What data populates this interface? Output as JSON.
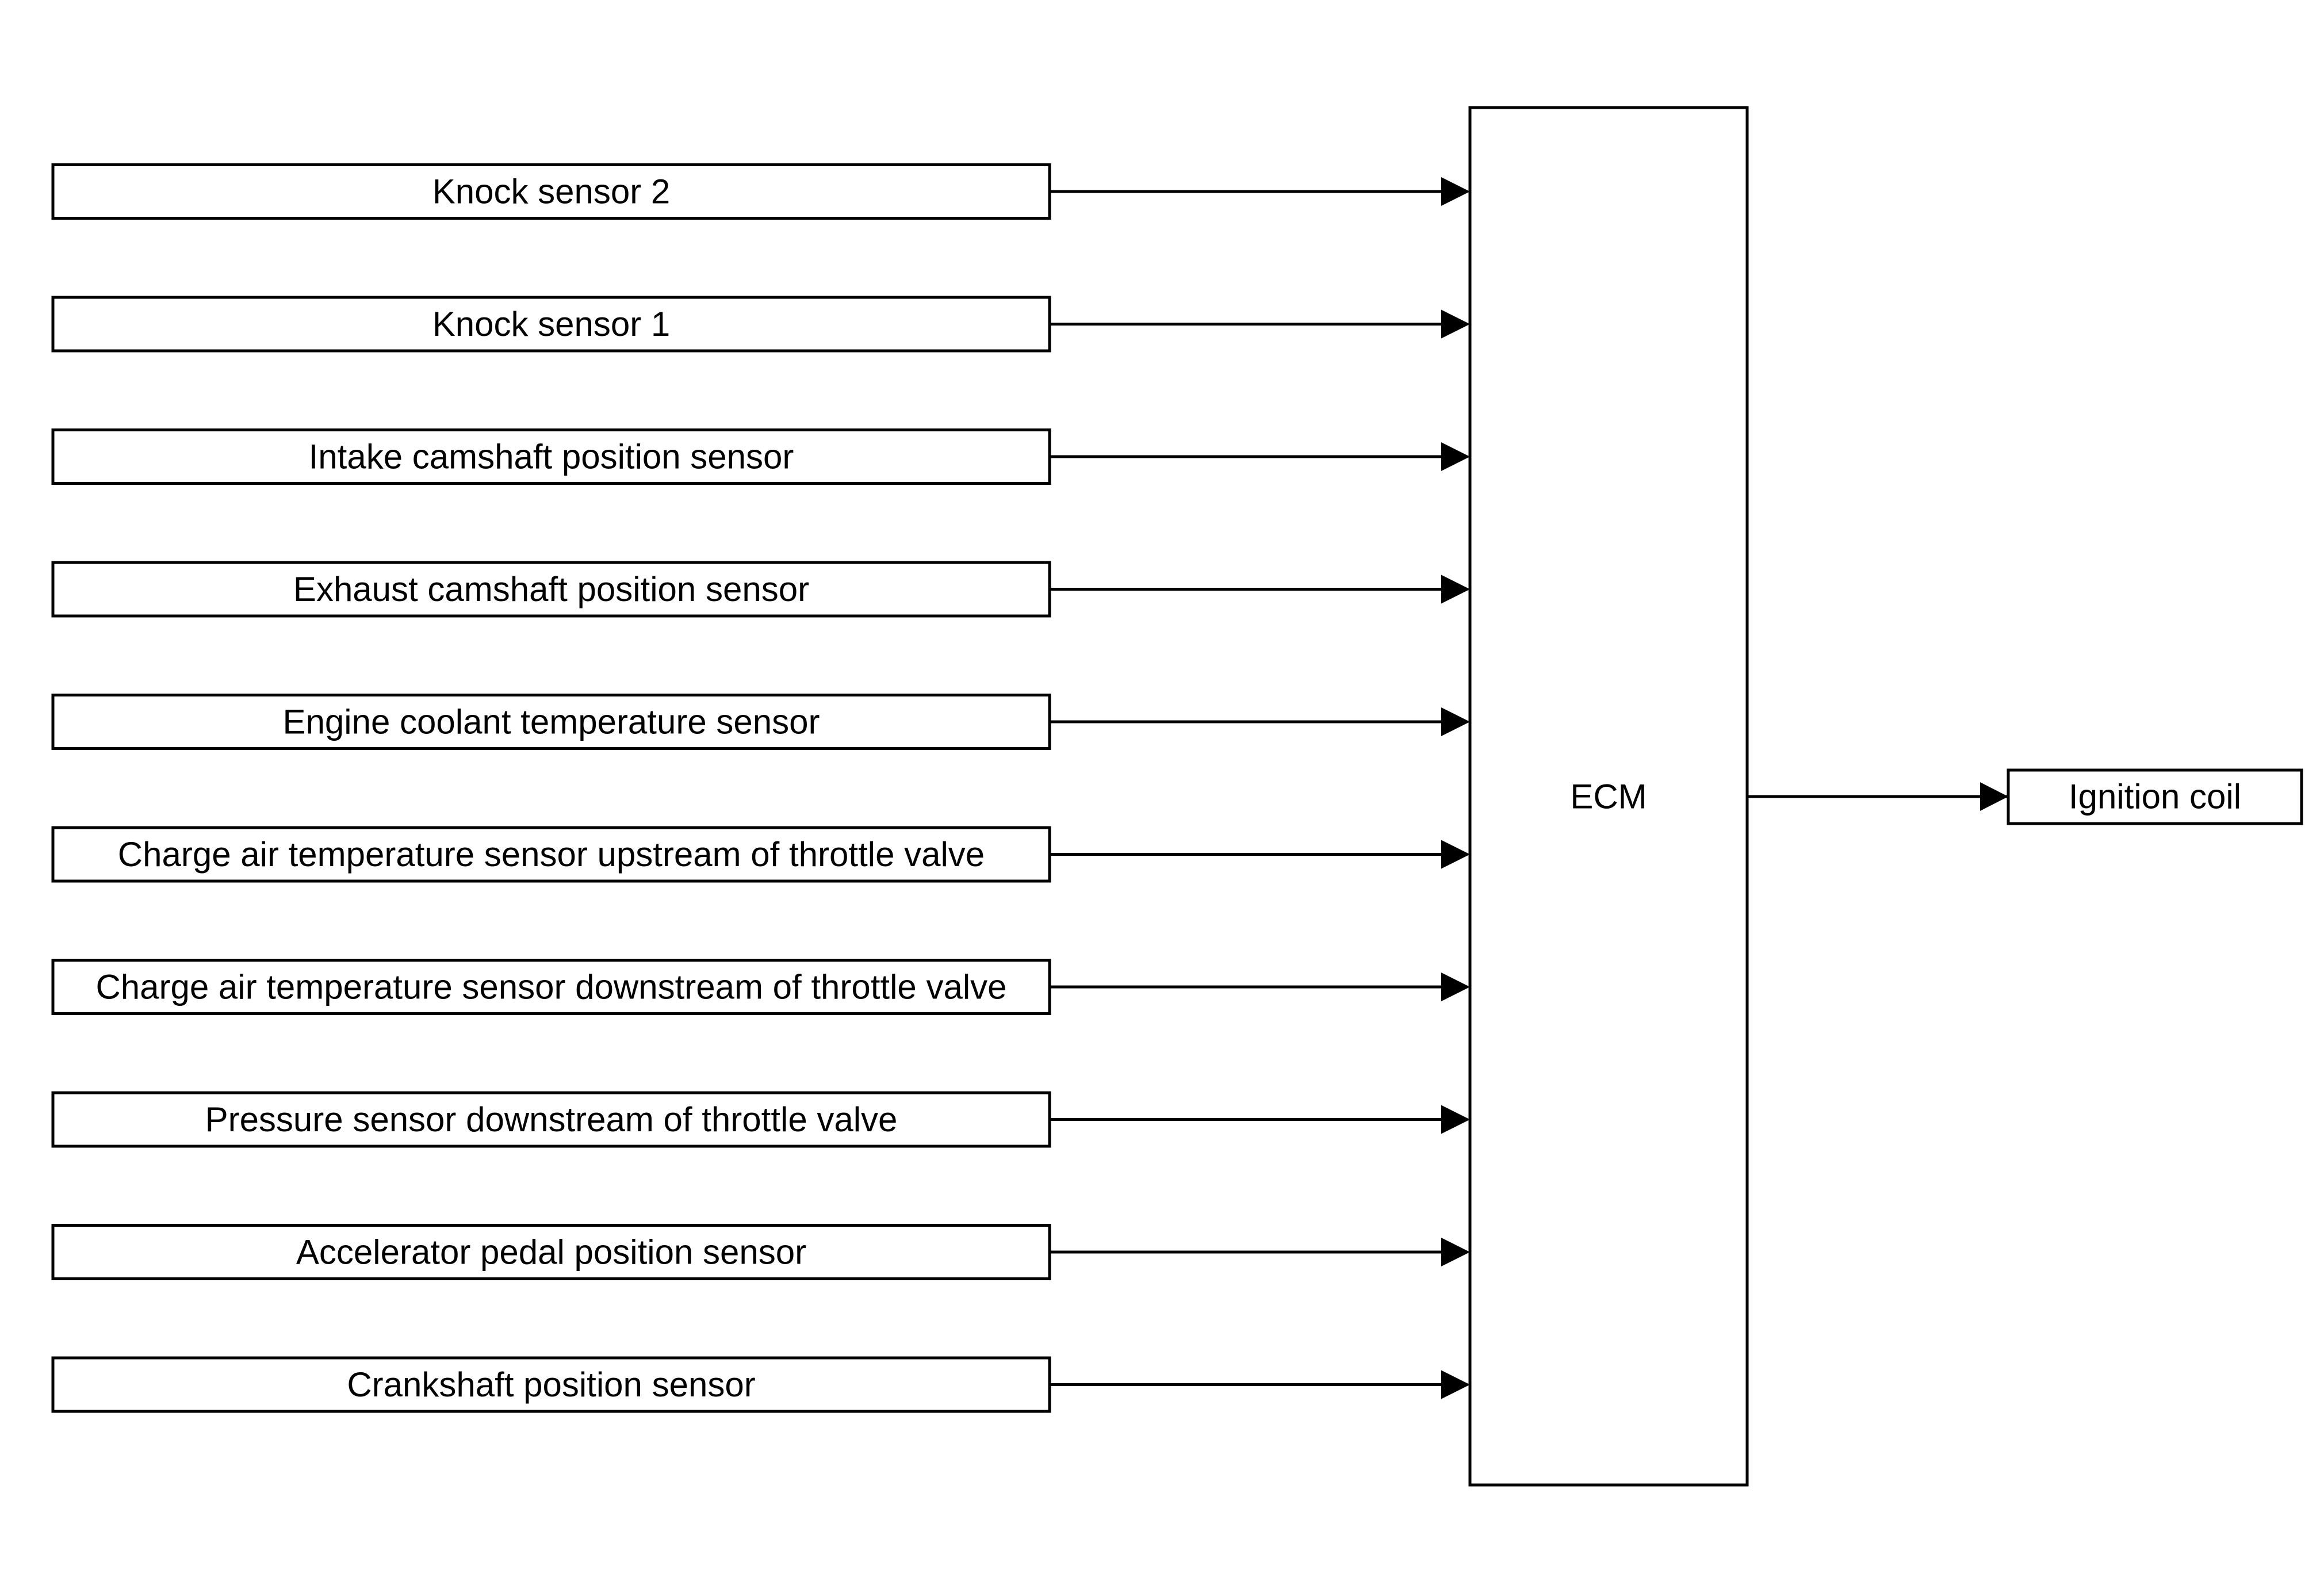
{
  "diagram": {
    "inputs": [
      "Knock sensor 2",
      "Knock sensor 1",
      "Intake camshaft position sensor",
      "Exhaust camshaft position sensor",
      "Engine coolant temperature sensor",
      "Charge air temperature sensor upstream of throttle valve",
      "Charge air temperature sensor downstream of throttle valve",
      "Pressure sensor downstream of throttle valve",
      "Accelerator pedal position sensor",
      "Crankshaft position sensor"
    ],
    "controller": "ECM",
    "output": "Ignition coil"
  }
}
